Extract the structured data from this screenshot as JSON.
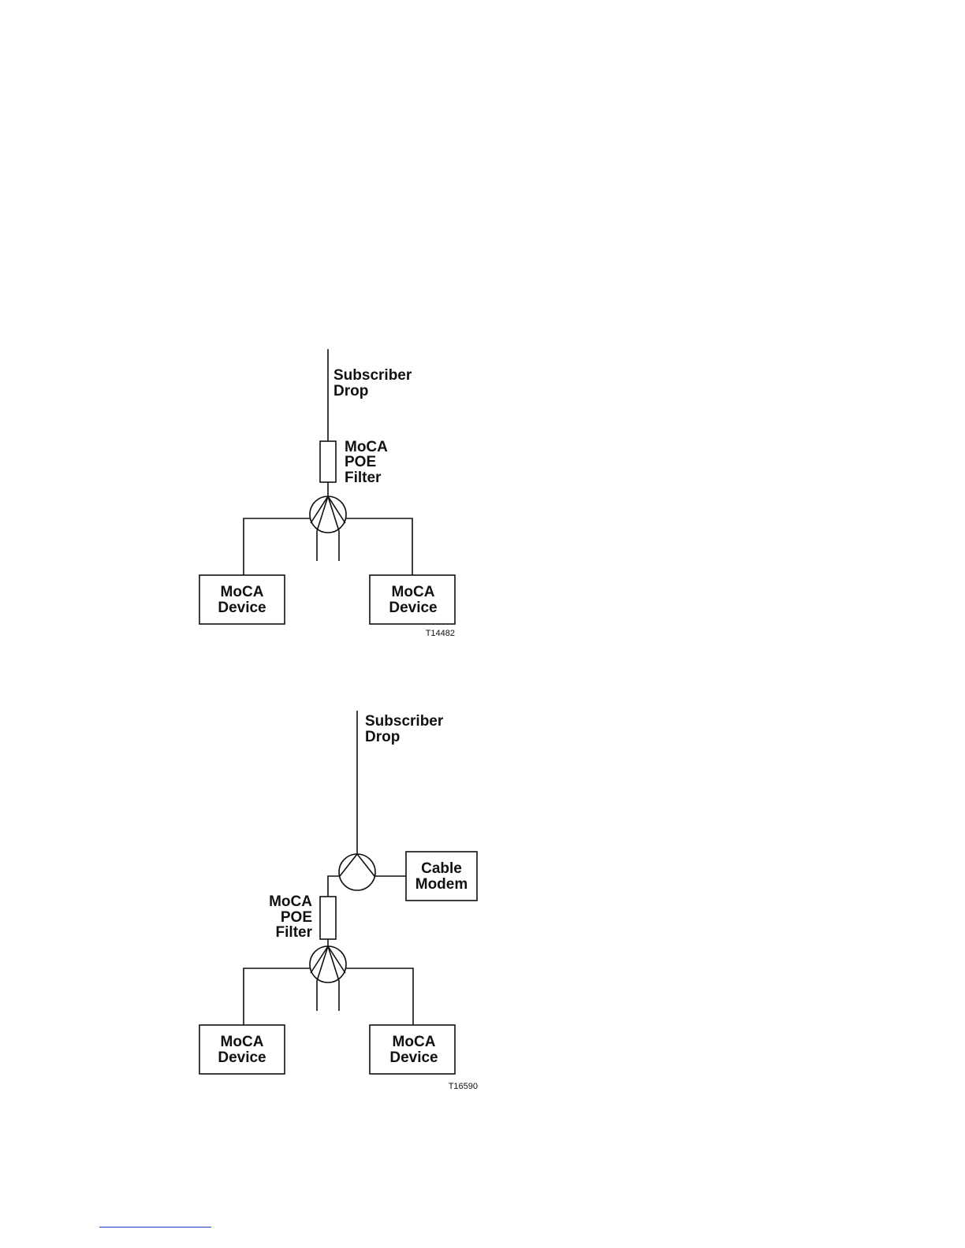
{
  "diagram1": {
    "drop_label": [
      "Subscriber",
      "Drop"
    ],
    "filter_label": [
      "MoCA",
      "POE",
      "Filter"
    ],
    "left_device": [
      "MoCA",
      "Device"
    ],
    "right_device": [
      "MoCA",
      "Device"
    ],
    "figure_code": "T14482"
  },
  "diagram2": {
    "drop_label": [
      "Subscriber",
      "Drop"
    ],
    "modem_label": [
      "Cable",
      "Modem"
    ],
    "filter_label": [
      "MoCA",
      "POE",
      "Filter"
    ],
    "left_device": [
      "MoCA",
      "Device"
    ],
    "right_device": [
      "MoCA",
      "Device"
    ],
    "figure_code": "T16590"
  },
  "colors": {
    "line": "#111111",
    "footer_rule": "#1a3fbf"
  }
}
